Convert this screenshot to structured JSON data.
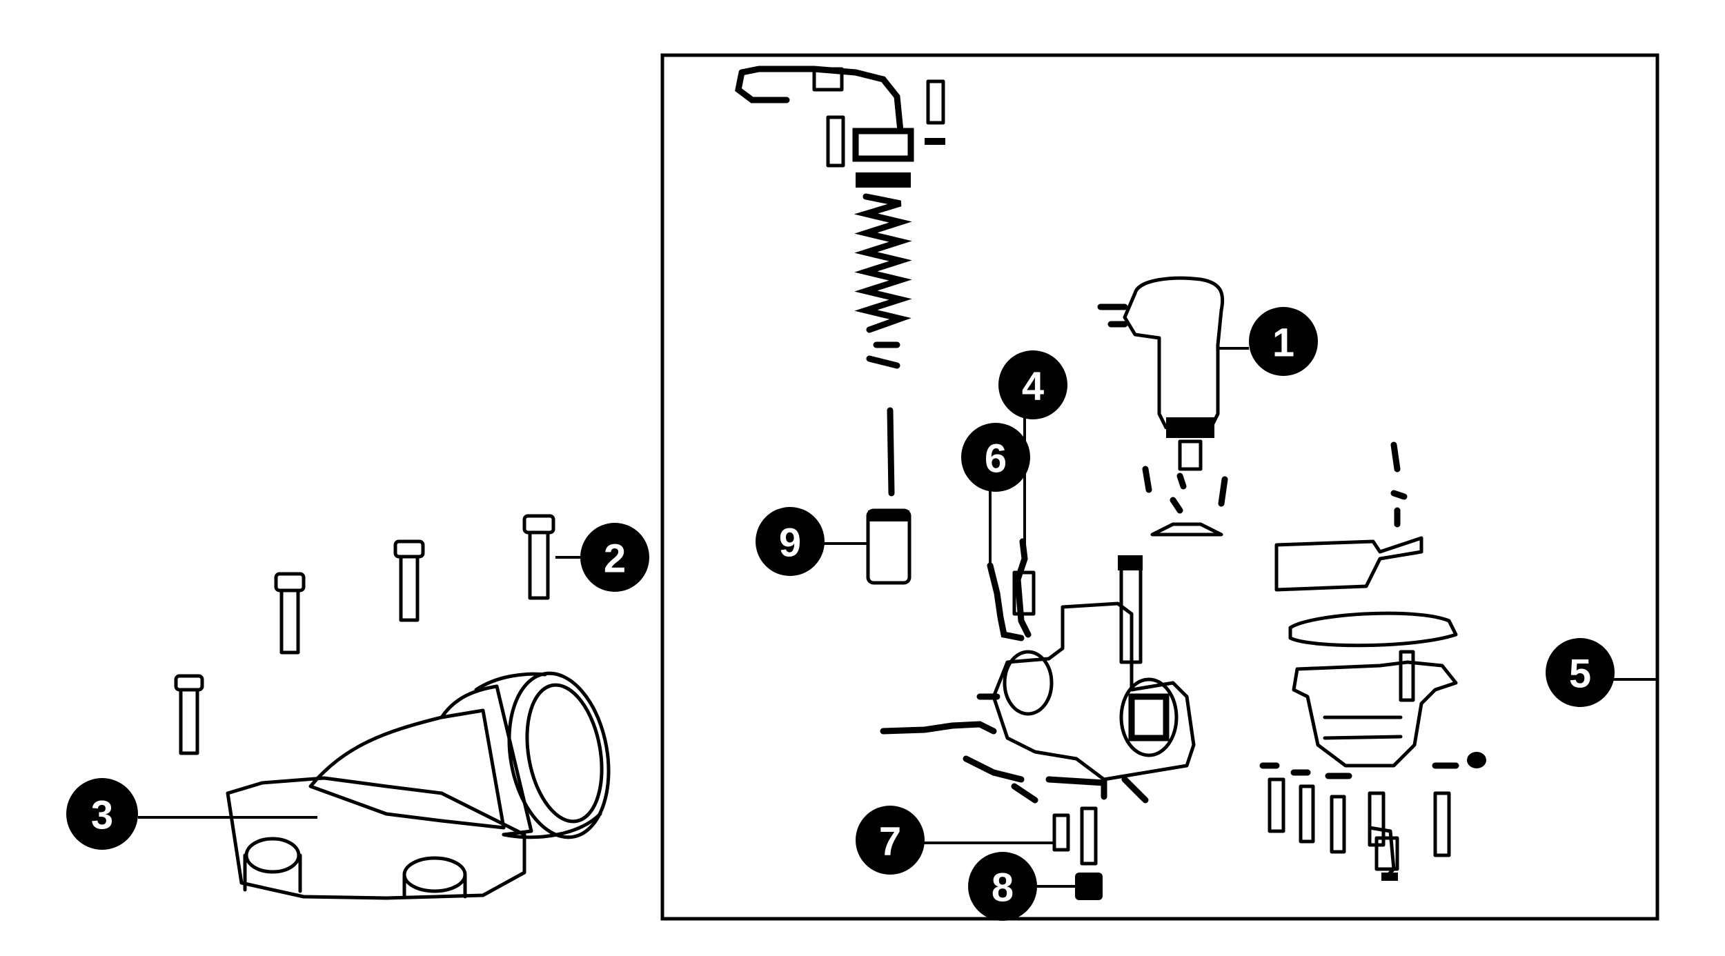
{
  "diagram": {
    "type": "exploded-parts-diagram",
    "callouts": [
      {
        "id": "1",
        "label": "1",
        "part": "carburetor-cap"
      },
      {
        "id": "2",
        "label": "2",
        "part": "bolt"
      },
      {
        "id": "3",
        "label": "3",
        "part": "intake-manifold"
      },
      {
        "id": "4",
        "label": "4",
        "part": "idle-screw"
      },
      {
        "id": "5",
        "label": "5",
        "part": "carburetor-assembly"
      },
      {
        "id": "6",
        "label": "6",
        "part": "mixture-screw"
      },
      {
        "id": "7",
        "label": "7",
        "part": "main-jet"
      },
      {
        "id": "8",
        "label": "8",
        "part": "jet-holder"
      },
      {
        "id": "9",
        "label": "9",
        "part": "throttle-slide"
      }
    ],
    "colors": {
      "ink": "#000000",
      "paper": "#ffffff",
      "callout_text": "#ffffff"
    }
  }
}
